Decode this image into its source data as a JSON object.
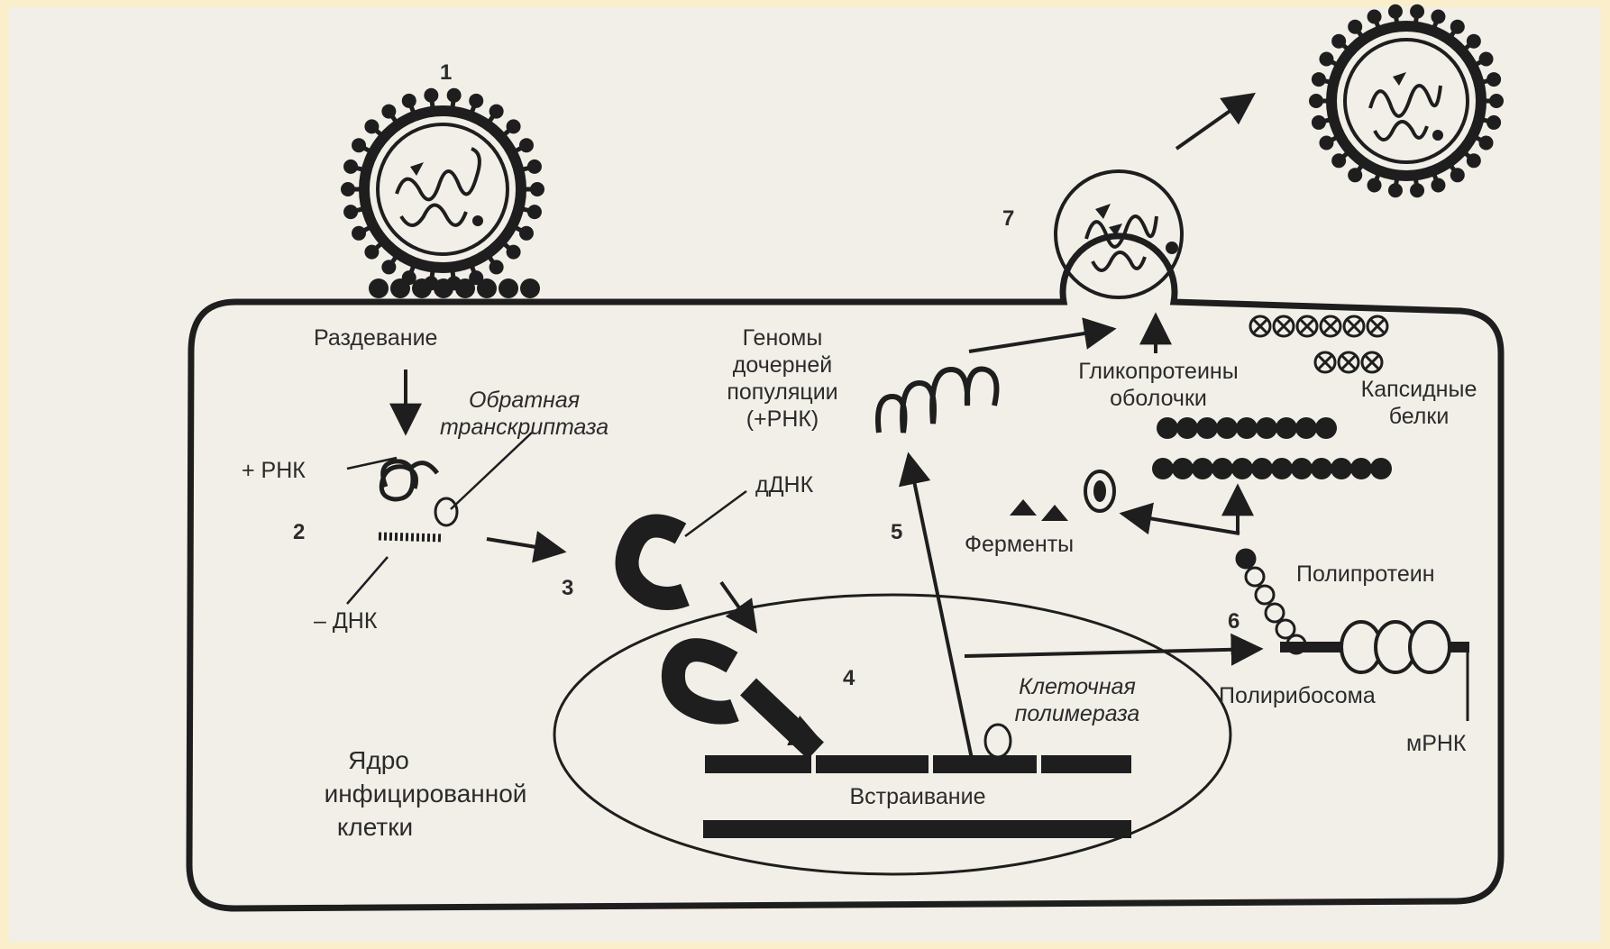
{
  "colors": {
    "paper": "#f4f2ec",
    "ink": "#1e1e1e",
    "border": "#fbeecb"
  },
  "steps": [
    "1",
    "2",
    "3",
    "4",
    "5",
    "6",
    "7"
  ],
  "labels": {
    "uncoating": "Раздевание",
    "reverse_transcriptase": [
      "Обратная",
      "транскриптаза"
    ],
    "plus_rna": "+ РНК",
    "minus_dna": "– ДНК",
    "ddna": "дДНК",
    "daughter_genomes": [
      "Геномы",
      "дочерней",
      "популяции",
      "(+РНК)"
    ],
    "envelope_glycoproteins": [
      "Гликопротеины",
      "оболочки"
    ],
    "capsid_proteins": [
      "Капсидные",
      "белки"
    ],
    "enzymes": "Ферменты",
    "polyprotein": "Полипротеин",
    "polyribosome": "Полирибосома",
    "mrna": "мРНК",
    "cell_polymerase": [
      "Клеточная",
      "полимераза"
    ],
    "integration": "Встраивание",
    "nucleus": [
      "Ядро",
      "инфицированной",
      "клетки"
    ]
  }
}
